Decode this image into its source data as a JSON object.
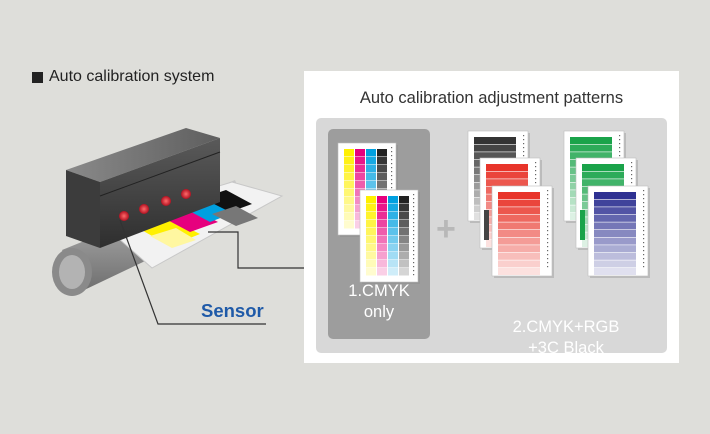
{
  "heading": "Auto calibration system",
  "panel_title": "Auto calibration adjustment patterns",
  "option1": {
    "line1": "1.CMYK",
    "line2": "only"
  },
  "option2": {
    "line1": "2.CMYK+RGB",
    "line2": "+3C Black"
  },
  "sensor_label": "Sensor",
  "plus_symbol": "+",
  "colors": {
    "sensor_label": "#1f5aa8",
    "panel_bg": "#ffffff",
    "inner_bg": "#d8d8d8",
    "cmyk_box": "#9d9d9d",
    "cyan": "#00a0e0",
    "magenta": "#e6007e",
    "yellow": "#fff000",
    "red": "#e8342a",
    "green": "#1aa34a",
    "blue": "#2e3192"
  }
}
